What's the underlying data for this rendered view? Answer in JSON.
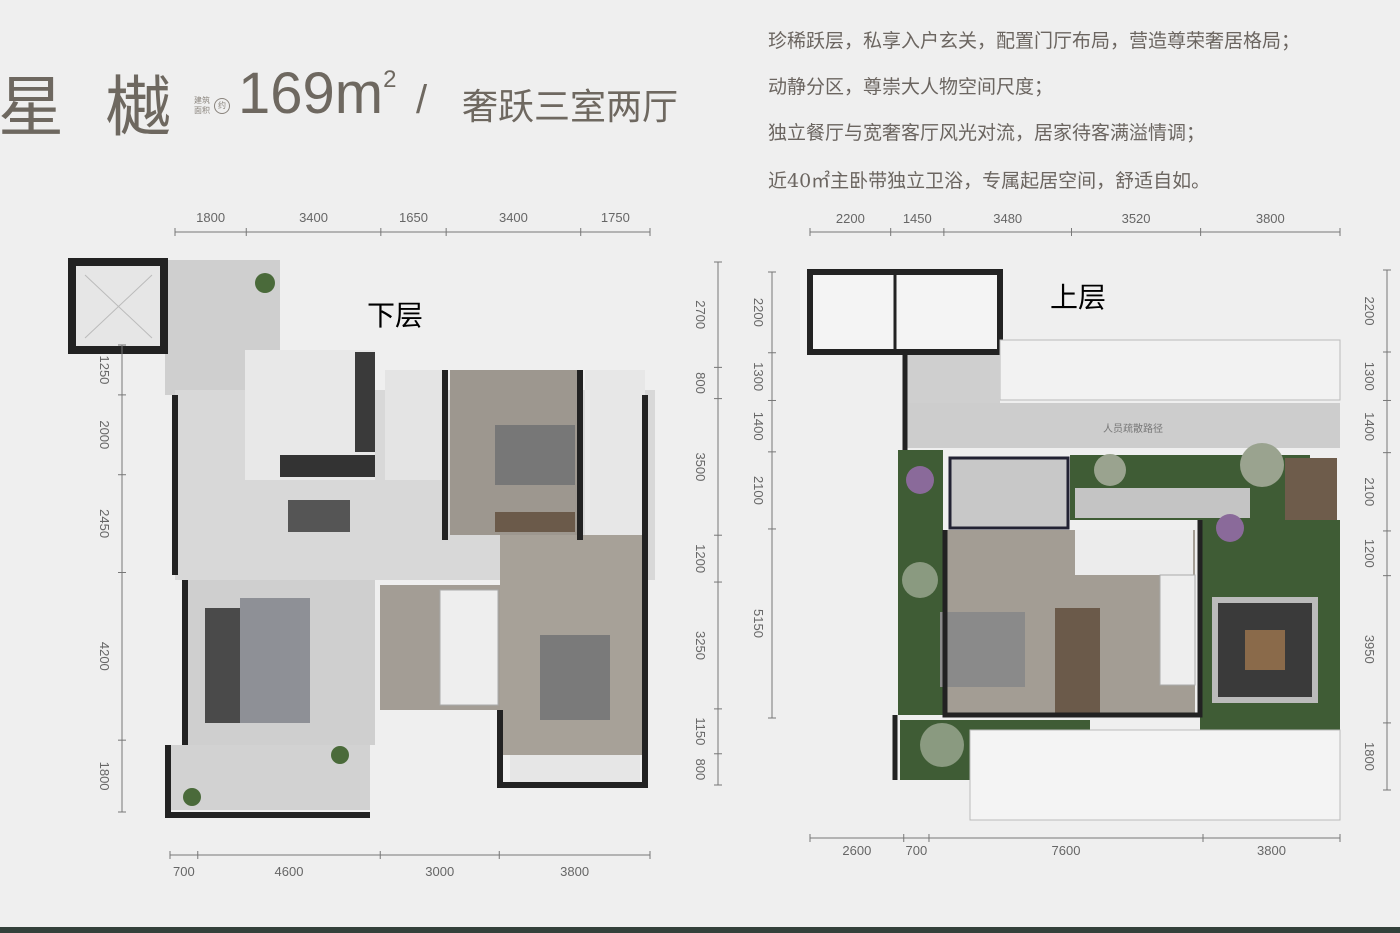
{
  "header": {
    "name": "星 樾",
    "area_note": "建筑面积",
    "area_approx": "约",
    "area_value": "169m",
    "area_unit_sup": "2",
    "slash": "/",
    "type": "奢跃三室两厅"
  },
  "description": [
    "珍稀跃层，私享入户玄关，配置门厅布局，营造尊荣奢居格局；",
    "动静分区，尊崇大人物空间尺度；",
    "独立餐厅与宽奢客厅风光对流，居家待客满溢情调；",
    "近40㎡主卧带独立卫浴，专属起居空间，舒适自如。"
  ],
  "lower_floor": {
    "label": "下层",
    "dims_top": [
      "1800",
      "3400",
      "1650",
      "3400",
      "1750"
    ],
    "dims_bottom": [
      "700",
      "4600",
      "3000",
      "3800"
    ],
    "dims_left": [
      "1250",
      "2000",
      "2450",
      "4200",
      "1800"
    ],
    "dims_right": [
      "2700",
      "800",
      "3500",
      "1200",
      "3250",
      "1150",
      "800"
    ]
  },
  "upper_floor": {
    "label": "上层",
    "path_label": "人员疏散路径",
    "dims_top": [
      "2200",
      "1450",
      "3480",
      "3520",
      "3800"
    ],
    "dims_bottom": [
      "2600",
      "700",
      "7600",
      "3800"
    ],
    "dims_left": [
      "2200",
      "1300",
      "1400",
      "2100",
      "5150"
    ],
    "dims_right": [
      "2200",
      "1300",
      "1400",
      "2100",
      "1200",
      "3950",
      "1800"
    ]
  },
  "colors": {
    "background": "#efefef",
    "wall": "#2a2a2a",
    "floor_tile": "#d6d6d6",
    "wood_floor": "#a09a92",
    "garden": "#3d5a34",
    "text": "#6b6560"
  }
}
